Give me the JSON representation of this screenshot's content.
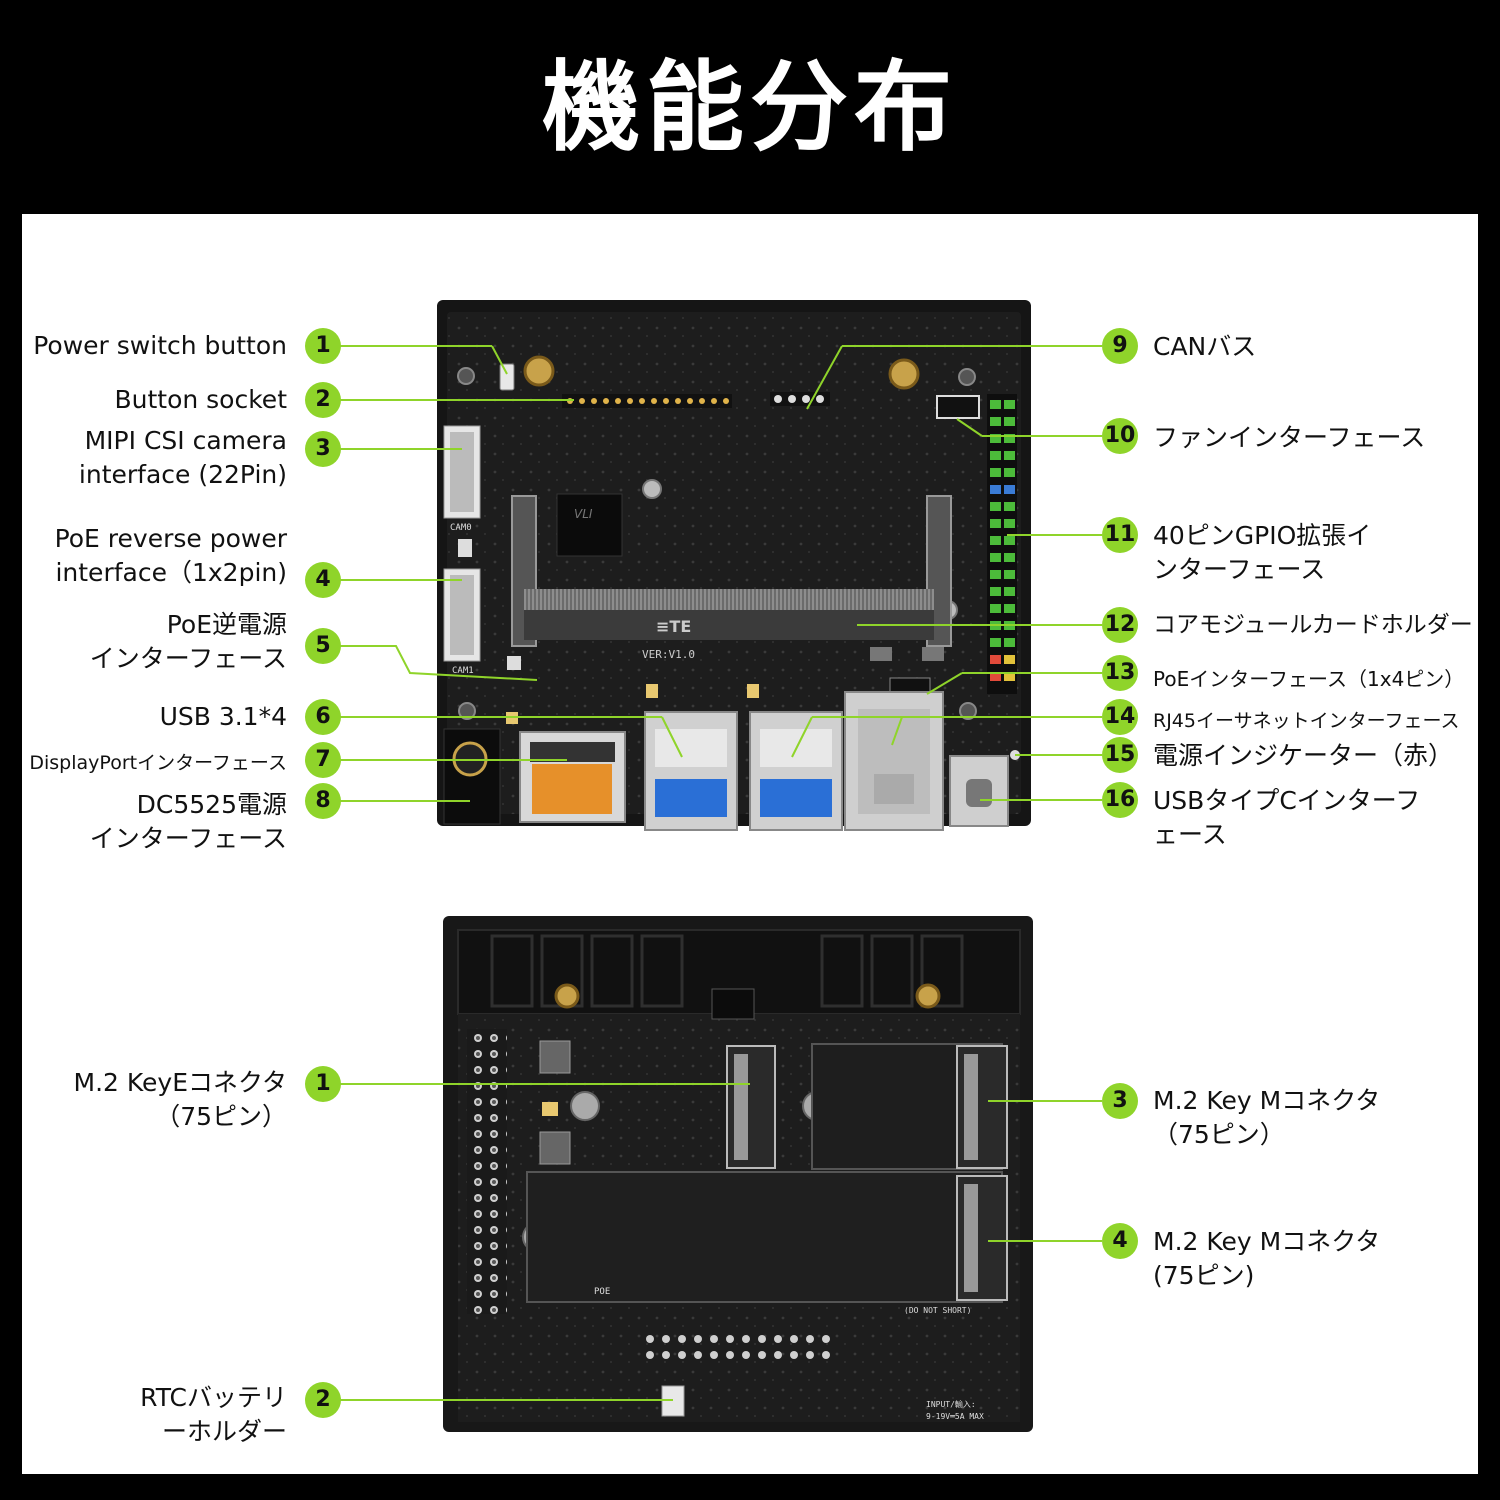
{
  "header": {
    "title": "機能分布"
  },
  "top_board": {
    "silkscreen": {
      "cam0": "CAM0",
      "cam1": "CAM1",
      "ver": "VER:V1.0",
      "brand": "≡TE"
    },
    "callouts_left": [
      {
        "num": "1",
        "text": "Power switch button"
      },
      {
        "num": "2",
        "text": "Button socket"
      },
      {
        "num": "3",
        "text": "MIPI CSI camera\ninterface (22Pin)"
      },
      {
        "num": "4",
        "text": "PoE reverse power\ninterface（1x2pin)"
      },
      {
        "num": "5",
        "text": "PoE逆電源\nインターフェース"
      },
      {
        "num": "6",
        "text": "USB 3.1*4"
      },
      {
        "num": "7",
        "text": "DisplayPortインターフェース"
      },
      {
        "num": "8",
        "text": "DC5525電源\nインターフェース"
      }
    ],
    "callouts_right": [
      {
        "num": "9",
        "text": "CANバス"
      },
      {
        "num": "10",
        "text": "ファンインターフェース"
      },
      {
        "num": "11",
        "text": "40ピンGPIO拡張イ\nンターフェース"
      },
      {
        "num": "12",
        "text": "コアモジュールカードホルダー"
      },
      {
        "num": "13",
        "text": "PoEインターフェース（1x4ピン）"
      },
      {
        "num": "14",
        "text": "RJ45イーサネットインターフェース"
      },
      {
        "num": "15",
        "text": "電源インジケーター（赤）"
      },
      {
        "num": "16",
        "text": "USBタイプCインターフ\nェース"
      }
    ]
  },
  "bottom_board": {
    "silkscreen": {
      "poe": "POE",
      "do_not_short": "(DO NOT SHORT)",
      "input": "INPUT/輸入:",
      "input_spec": "9-19V═5A MAX"
    },
    "callouts_left": [
      {
        "num": "1",
        "text": "M.2 KeyEコネクタ\n（75ピン）"
      },
      {
        "num": "2",
        "text": "RTCバッテリ\nーホルダー"
      }
    ],
    "callouts_right": [
      {
        "num": "3",
        "text": "M.2 Key Mコネクタ\n（75ピン）"
      },
      {
        "num": "4",
        "text": "M.2 Key Mコネクタ\n(75ピン)"
      }
    ]
  },
  "colors": {
    "accent": "#8fd42a",
    "header_bg": "#000000",
    "panel_bg": "#ffffff",
    "board": "#1b1b1b"
  }
}
